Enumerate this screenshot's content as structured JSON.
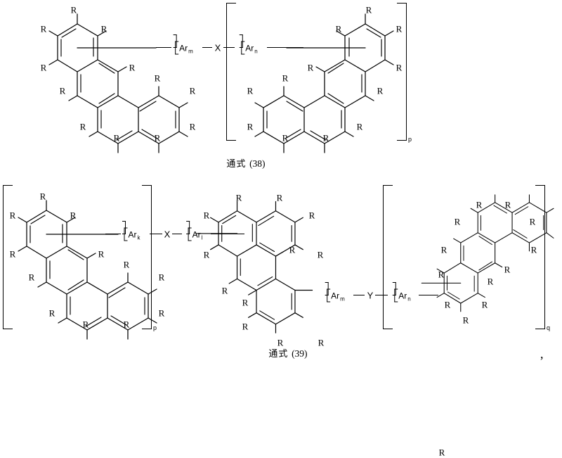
{
  "document": {
    "type": "chemical-structure-figure",
    "language": "zh",
    "formulas": [
      {
        "id": "formula-38",
        "caption_prefix": "通式",
        "caption_number": "(38)",
        "repeat_subscript": "p",
        "linkers": [
          {
            "label": "Ar",
            "subscript": "m"
          },
          {
            "label": "X",
            "subscript": ""
          },
          {
            "label": "Ar",
            "subscript": "n"
          }
        ],
        "core_label": "R",
        "cores": [
          {
            "name": "chrysene-left",
            "substituent_count": 12
          },
          {
            "name": "chrysene-right",
            "substituent_count": 12
          }
        ]
      },
      {
        "id": "formula-39",
        "caption_prefix": "通式",
        "caption_number": "(39)",
        "trailing_punctuation": ",",
        "repeat_subscripts": [
          "p",
          "q"
        ],
        "linkers": [
          {
            "label": "Ar",
            "subscript": "k"
          },
          {
            "label": "X",
            "subscript": ""
          },
          {
            "label": "Ar",
            "subscript": "l"
          },
          {
            "label": "Ar",
            "subscript": "m"
          },
          {
            "label": "Y",
            "subscript": ""
          },
          {
            "label": "Ar",
            "subscript": "n"
          }
        ],
        "core_label": "R",
        "cores": [
          {
            "name": "chrysene-left",
            "substituent_count": 12
          },
          {
            "name": "chrysene-middle",
            "substituent_count": 12
          },
          {
            "name": "chrysene-right",
            "substituent_count": 12
          }
        ]
      }
    ],
    "substituent_label": "R",
    "colors": {
      "ink": "#000000",
      "paper": "#ffffff"
    }
  },
  "f38": {
    "caption_prefix": "通式",
    "caption_number": "(38)",
    "ar_m": "Ar",
    "sub_m": "m",
    "x": "X",
    "ar_n": "Ar",
    "sub_n": "n",
    "bracket_sub": "p",
    "R": "R"
  },
  "f39": {
    "caption_prefix": "通式",
    "caption_number": "(39)",
    "ar_k": "Ar",
    "sub_k": "k",
    "x": "X",
    "ar_l": "Ar",
    "sub_l": "l",
    "ar_m": "Ar",
    "sub_m": "m",
    "y": "Y",
    "ar_n": "Ar",
    "sub_n": "n",
    "bracket_sub_p": "p",
    "bracket_sub_q": "q",
    "comma": ",",
    "R": "R"
  }
}
